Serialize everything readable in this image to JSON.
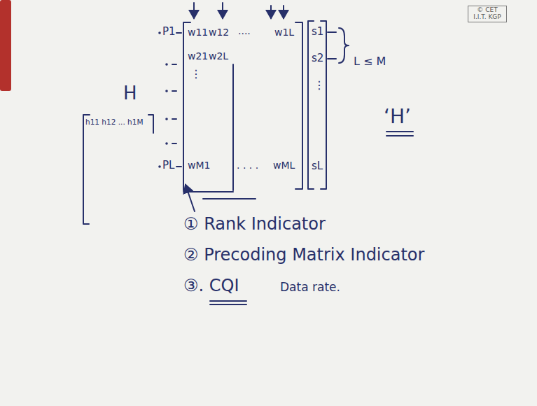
{
  "diagram": {
    "labels": [
      "© CET I.I.T. KGP",
      "P1",
      "PL",
      "w11",
      "w12",
      "....",
      "w1L",
      "w21",
      "w2L",
      "⋮",
      "wM1",
      ". . . .",
      "wML",
      "s1",
      "s2",
      "⋮",
      "sL",
      "H",
      "h11 h12 ... h1M",
      "L ≤ M",
      "‘H’",
      "① Rank Indicator",
      "② Precoding Matrix Indicator",
      "③. CQI",
      "Data rate."
    ]
  }
}
